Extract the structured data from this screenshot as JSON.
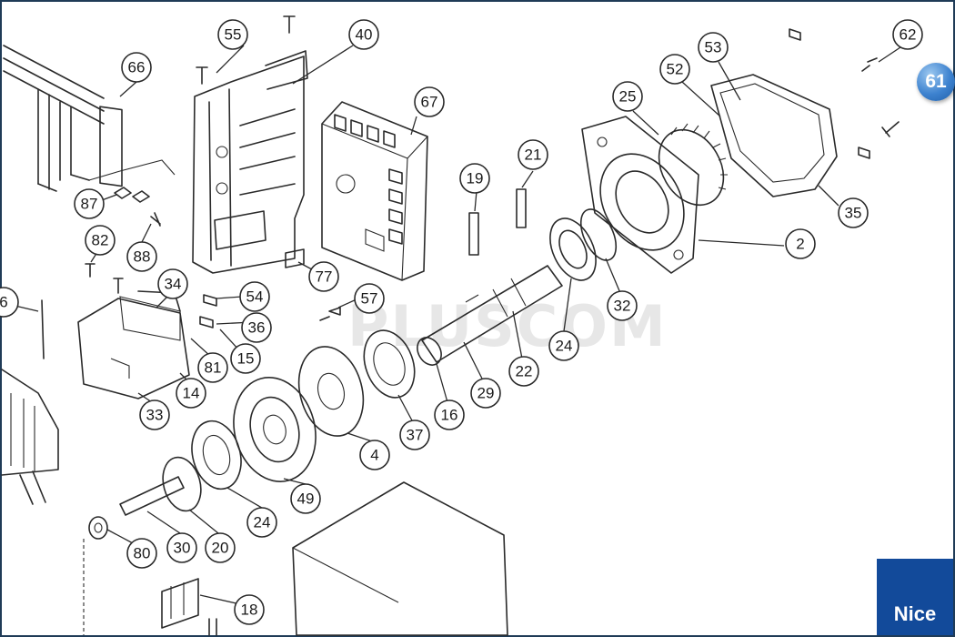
{
  "callouts": {
    "c2": "2",
    "c4": "4",
    "c6": "6",
    "c14": "14",
    "c15": "15",
    "c16": "16",
    "c18": "18",
    "c19": "19",
    "c20": "20",
    "c21": "21",
    "c22": "22",
    "c24a": "24",
    "c24b": "24",
    "c25": "25",
    "c29": "29",
    "c30": "30",
    "c32": "32",
    "c33": "33",
    "c34": "34",
    "c35": "35",
    "c36": "36",
    "c37": "37",
    "c40": "40",
    "c49": "49",
    "c52": "52",
    "c53": "53",
    "c54": "54",
    "c55": "55",
    "c57": "57",
    "c62": "62",
    "c66": "66",
    "c67": "67",
    "c77": "77",
    "c80": "80",
    "c81": "81",
    "c82": "82",
    "c87": "87",
    "c88": "88"
  },
  "badge": {
    "label": "61",
    "color": "#3d82cf"
  },
  "brand": {
    "label": "Nice",
    "color": "#124a9a"
  },
  "watermark": {
    "text": "PLUSCOM"
  }
}
